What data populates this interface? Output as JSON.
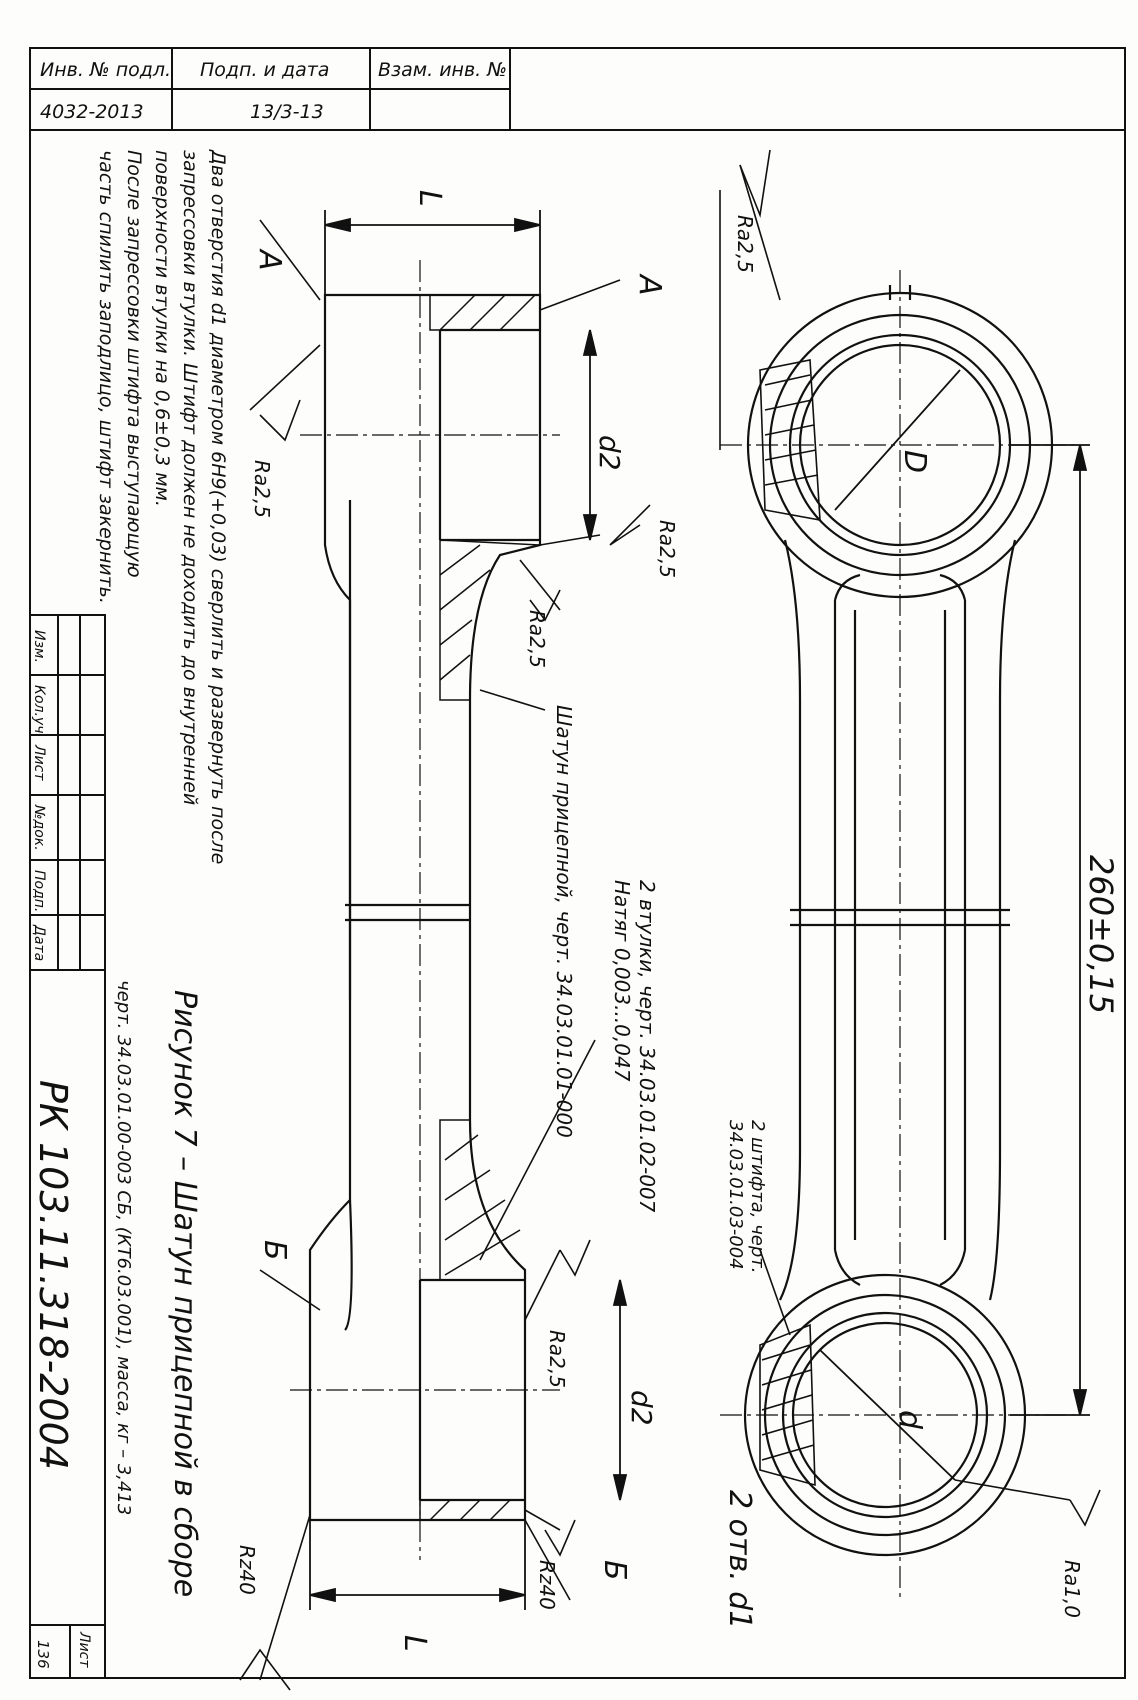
{
  "header": {
    "inv_no_podl_label": "Инв. № подл.",
    "podp_i_data_label": "Подп. и дата",
    "vzam_inv_label": "Взам. инв. №",
    "inv_no_value": "4032-2013",
    "date_value": "13/3-13"
  },
  "labels": {
    "section_A": "А",
    "section_B": "Б",
    "dim_L": "L",
    "dim_d2": "d2",
    "dim_d": "d",
    "dim_D": "D",
    "dim_length": "260±0,15",
    "holes": "2 отв. d1"
  },
  "roughness": {
    "ra25": "Ra2,5",
    "ra10": "Ra1,0",
    "rz40": "Rz40"
  },
  "callouts": {
    "bushings_line1": "2 втулки, черт. 34.03.01.02-007",
    "bushings_line2": "Натяг 0,003...0,047",
    "rod_part": "Шатун прицепной, черт. 34.03.01.01-000",
    "pins_line1": "2 штифта, черт.",
    "pins_line2": "34.03.01.03-004"
  },
  "notes": [
    "Два отверстия d1 диаметром 6H9(+0,03) сверлить и развернуть после",
    "запрессовки втулки. Штифт должен не доходить до внутренней",
    "поверхности втулки на 0,6±0,3 мм.",
    "После запрессовки штифта выступающую",
    "часть спилить заподлицо, штифт закернить."
  ],
  "title": {
    "figure_caption": "Рисунок 7 – Шатун прицепной в сборе",
    "figure_sub": "черт. 34.03.01.00-003 СБ, (КТ6.03.001), масса, кг – 3,413",
    "doc_code": "РК 103.11.318-2004",
    "sheet_label": "Лист",
    "sheet_number": "136"
  },
  "stamp_columns": [
    "Изм.",
    "Кол.уч",
    "Лист",
    "№док.",
    "Подп.",
    "Дата"
  ]
}
